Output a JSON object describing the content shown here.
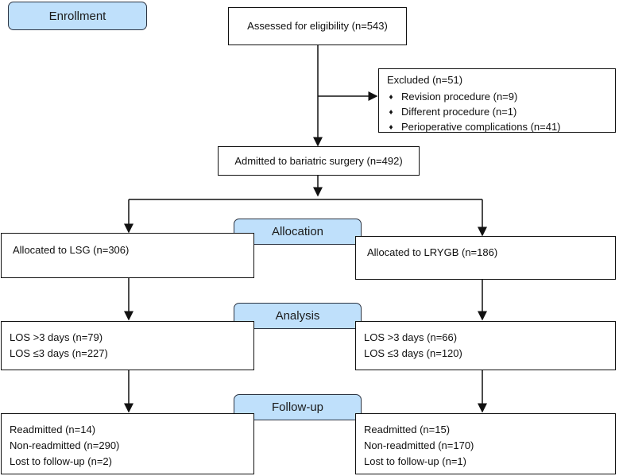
{
  "stages": {
    "enrollment": "Enrollment",
    "allocation": "Allocation",
    "analysis": "Analysis",
    "follow_up": "Follow-up"
  },
  "boxes": {
    "assessed": "Assessed for eligibility (n=543)",
    "excluded": {
      "title": "Excluded  (n=51)",
      "items": [
        "Revision procedure (n=9)",
        "Different procedure (n=1)",
        "Perioperative complications (n=41)"
      ]
    },
    "admitted": "Admitted to bariatric surgery (n=492)",
    "lsg": {
      "allocated": "Allocated to LSG (n=306)",
      "analysis": [
        "LOS >3 days (n=79)",
        "LOS ≤3 days (n=227)"
      ],
      "follow_up": [
        "Readmitted (n=14)",
        "Non-readmitted (n=290)",
        "Lost to follow-up (n=2)"
      ]
    },
    "lrygb": {
      "allocated": "Allocated to LRYGB (n=186)",
      "analysis": [
        "LOS >3 days (n=66)",
        "LOS ≤3 days (n=120)"
      ],
      "follow_up": [
        "Readmitted (n=15)",
        "Non-readmitted (n=170)",
        "Lost to follow-up (n=1)"
      ]
    }
  },
  "icons": {
    "bullet": "♦"
  },
  "colors": {
    "stage_fill": "#bfe0fb",
    "line": "#111111",
    "box_border": "#111111"
  }
}
